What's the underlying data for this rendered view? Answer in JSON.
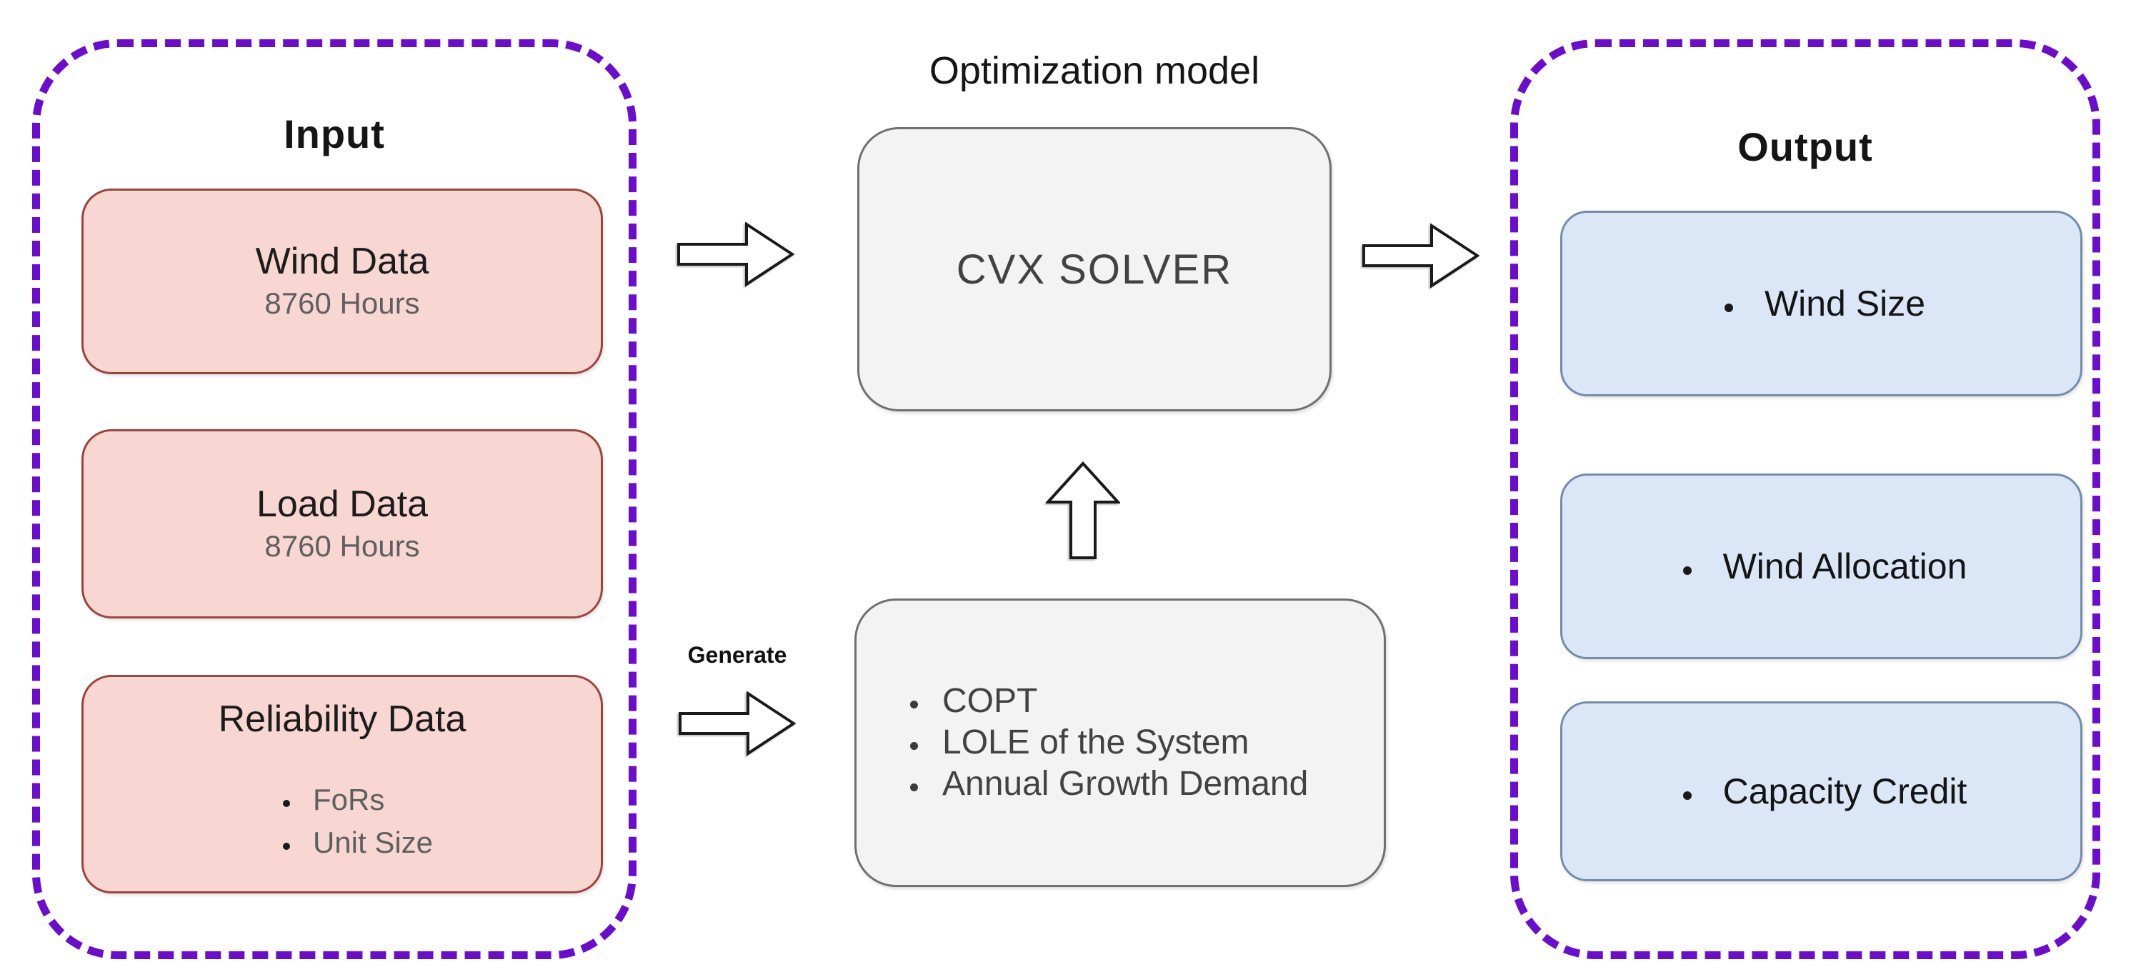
{
  "colors": {
    "container_border": "#6a0dcf",
    "input_box_fill": "#f8d7d3",
    "input_box_border": "#9a453f",
    "output_box_fill": "#dbe7f7",
    "output_box_border": "#748cab",
    "model_box_fill": "#f3f3f4",
    "model_box_border": "#707070",
    "model_text": "#424242",
    "secondary_text": "#5f5f5f",
    "arrow_stroke": "#1a1a1a"
  },
  "input_panel": {
    "title": "Input",
    "boxes": [
      {
        "title": "Wind Data",
        "subtitle": "8760 Hours"
      },
      {
        "title": "Load Data",
        "subtitle": "8760 Hours"
      },
      {
        "title": "Reliability Data",
        "items": [
          "FoRs",
          "Unit Size"
        ]
      }
    ]
  },
  "model_section": {
    "title": "Optimization model",
    "solver_label": "CVX SOLVER",
    "generate_label": "Generate",
    "generated_items": [
      "COPT",
      "LOLE of the System",
      "Annual Growth Demand"
    ]
  },
  "output_panel": {
    "title": "Output",
    "items": [
      "Wind Size",
      "Wind Allocation",
      "Capacity Credit"
    ]
  }
}
